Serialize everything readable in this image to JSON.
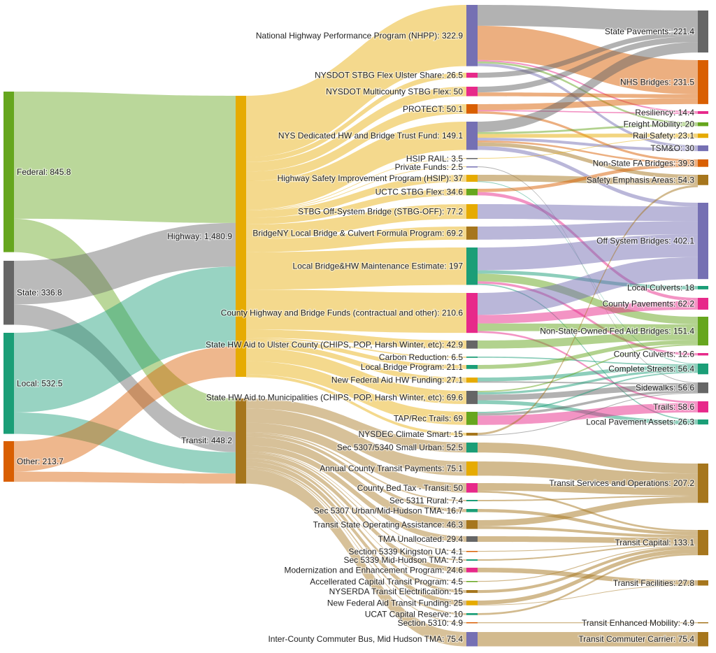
{
  "chart_data": {
    "type": "sankey",
    "title": "",
    "nodes": [
      {
        "id": "federal",
        "label": "Federal: 845.8",
        "value": 845.8,
        "color": "#66a61e"
      },
      {
        "id": "state",
        "label": "State: 336.8",
        "value": 336.8,
        "color": "#666666"
      },
      {
        "id": "local",
        "label": "Local: 532.5",
        "value": 532.5,
        "color": "#1b9e77"
      },
      {
        "id": "other",
        "label": "Other: 213.7",
        "value": 213.7,
        "color": "#d95f02"
      },
      {
        "id": "highway",
        "label": "Highway: 1,480.9",
        "value": 1480.9,
        "color": "#e6ab02"
      },
      {
        "id": "transit",
        "label": "Transit: 448.2",
        "value": 448.2,
        "color": "#a6761d"
      },
      {
        "id": "nhpp",
        "label": "National Highway Performance Program (NHPP): 322.9",
        "value": 322.9,
        "color": "#7570b3"
      },
      {
        "id": "ulstershare",
        "label": "NYSDOT STBG Flex Ulster Share: 26.5",
        "value": 26.5,
        "color": "#e7298a"
      },
      {
        "id": "multicounty",
        "label": "NYSDOT Multicounty STBG Flex: 50",
        "value": 50,
        "color": "#e7298a"
      },
      {
        "id": "protect",
        "label": "PROTECT: 50.1",
        "value": 50.1,
        "color": "#d95f02"
      },
      {
        "id": "nystrust",
        "label": "NYS Dedicated HW and Bridge Trust Fund: 149.1",
        "value": 149.1,
        "color": "#7570b3"
      },
      {
        "id": "hsiprail",
        "label": "HSIP RAIL: 3.5",
        "value": 3.5,
        "color": "#666666"
      },
      {
        "id": "private",
        "label": "Private Funds: 2.5",
        "value": 2.5,
        "color": "#7570b3"
      },
      {
        "id": "hsip",
        "label": "Highway Safety Improvement Program (HSIP): 37",
        "value": 37,
        "color": "#e6ab02"
      },
      {
        "id": "uctc",
        "label": "UCTC STBG Flex: 34.6",
        "value": 34.6,
        "color": "#66a61e"
      },
      {
        "id": "stbgoff",
        "label": "STBG Off-System Bridge (STBG-OFF): 77.2",
        "value": 77.2,
        "color": "#e6ab02"
      },
      {
        "id": "bridgeny",
        "label": "BridgeNY Local Bridge & Culvert Formula Program: 69.2",
        "value": 69.2,
        "color": "#a6761d"
      },
      {
        "id": "localmaint",
        "label": "Local Bridge&HW Maintenance Estimate: 197",
        "value": 197,
        "color": "#1b9e77"
      },
      {
        "id": "countyhw",
        "label": "County Highway and Bridge Funds (contractual and other): 210.6",
        "value": 210.6,
        "color": "#e7298a"
      },
      {
        "id": "aidulster",
        "label": "State HW Aid to Ulster County (CHIPS, POP, Harsh Winter, etc): 42.9",
        "value": 42.9,
        "color": "#666666"
      },
      {
        "id": "carbon",
        "label": "Carbon Reduction: 6.5",
        "value": 6.5,
        "color": "#1b9e77"
      },
      {
        "id": "lbp",
        "label": "Local Bridge Program: 21.1",
        "value": 21.1,
        "color": "#1b9e77"
      },
      {
        "id": "newfedhw",
        "label": "New Federal Aid HW Funding: 27.1",
        "value": 27.1,
        "color": "#e6ab02"
      },
      {
        "id": "aidmunis",
        "label": "State HW Aid to Municipalities (CHIPS, POP, Harsh Winter, etc): 69.6",
        "value": 69.6,
        "color": "#666666"
      },
      {
        "id": "tap",
        "label": "TAP/Rec Trails: 69",
        "value": 69,
        "color": "#66a61e"
      },
      {
        "id": "nysdec",
        "label": "NYSDEC Climate Smart: 15",
        "value": 15,
        "color": "#a6761d"
      },
      {
        "id": "s5307small",
        "label": "Sec 5307/5340 Small Urban: 52.5",
        "value": 52.5,
        "color": "#1b9e77"
      },
      {
        "id": "annual",
        "label": "Annual County Transit Payments: 75.1",
        "value": 75.1,
        "color": "#e6ab02"
      },
      {
        "id": "bedtax",
        "label": "County Bed Tax - Transit: 50",
        "value": 50,
        "color": "#e7298a"
      },
      {
        "id": "s5311",
        "label": "Sec 5311 Rural: 7.4",
        "value": 7.4,
        "color": "#1b9e77"
      },
      {
        "id": "s5307urban",
        "label": "Sec 5307 Urban/Mid-Hudson TMA: 16.7",
        "value": 16.7,
        "color": "#1b9e77"
      },
      {
        "id": "stateop",
        "label": "Transit State Operating Assistance: 46.3",
        "value": 46.3,
        "color": "#a6761d"
      },
      {
        "id": "tma",
        "label": "TMA Unallocated: 29.4",
        "value": 29.4,
        "color": "#666666"
      },
      {
        "id": "s5339k",
        "label": "Section 5339 Kingston UA: 4.1",
        "value": 4.1,
        "color": "#d95f02"
      },
      {
        "id": "s5339mh",
        "label": "Sec 5339 Mid-Hudson TMA: 7.5",
        "value": 7.5,
        "color": "#1b9e77"
      },
      {
        "id": "modern",
        "label": "Modernization and Enhancement Program: 24.6",
        "value": 24.6,
        "color": "#e7298a"
      },
      {
        "id": "accel",
        "label": "Accellerated Capital Transit Program: 4.5",
        "value": 4.5,
        "color": "#66a61e"
      },
      {
        "id": "nyserda",
        "label": "NYSERDA Transit Electrification: 15",
        "value": 15,
        "color": "#a6761d"
      },
      {
        "id": "newfedtransit",
        "label": "New Federal Aid Transit Funding: 25",
        "value": 25,
        "color": "#e6ab02"
      },
      {
        "id": "ucat",
        "label": "UCAT Capital Reserve: 10",
        "value": 10,
        "color": "#1b9e77"
      },
      {
        "id": "s5310",
        "label": "Section 5310: 4.9",
        "value": 4.9,
        "color": "#d95f02"
      },
      {
        "id": "intercounty",
        "label": "Inter-County Commuter Bus, Mid Hudson TMA: 75.4",
        "value": 75.4,
        "color": "#7570b3"
      },
      {
        "id": "statepav",
        "label": "State Pavements: 221.4",
        "value": 221.4,
        "color": "#666666"
      },
      {
        "id": "nhsbridges",
        "label": "NHS Bridges: 231.5",
        "value": 231.5,
        "color": "#d95f02"
      },
      {
        "id": "resiliency",
        "label": "Resiliency: 14.4",
        "value": 14.4,
        "color": "#e7298a"
      },
      {
        "id": "freight",
        "label": "Freight Mobility: 20",
        "value": 20,
        "color": "#66a61e"
      },
      {
        "id": "railsafety",
        "label": "Rail Safety: 23.1",
        "value": 23.1,
        "color": "#e6ab02"
      },
      {
        "id": "tsmo",
        "label": "TSM&O: 30",
        "value": 30,
        "color": "#7570b3"
      },
      {
        "id": "nonstatefa",
        "label": "Non-State FA Bridges: 39.3",
        "value": 39.3,
        "color": "#d95f02"
      },
      {
        "id": "safetyemph",
        "label": "Safety Emphasis Areas: 54.3",
        "value": 54.3,
        "color": "#a6761d"
      },
      {
        "id": "offsystem",
        "label": "Off System Bridges: 402.1",
        "value": 402.1,
        "color": "#7570b3"
      },
      {
        "id": "localculv",
        "label": "Local Culverts: 18",
        "value": 18,
        "color": "#1b9e77"
      },
      {
        "id": "countypav",
        "label": "County Pavements: 62.2",
        "value": 62.2,
        "color": "#e7298a"
      },
      {
        "id": "nonstateowned",
        "label": "Non-State-Owned Fed Aid Bridges: 151.4",
        "value": 151.4,
        "color": "#66a61e"
      },
      {
        "id": "countyculv",
        "label": "County Culverts: 12.6",
        "value": 12.6,
        "color": "#e7298a"
      },
      {
        "id": "complete",
        "label": "Complete Streets: 56.4",
        "value": 56.4,
        "color": "#1b9e77"
      },
      {
        "id": "sidewalks",
        "label": "Sidewalks: 56.6",
        "value": 56.6,
        "color": "#666666"
      },
      {
        "id": "trails",
        "label": "Trails: 58.6",
        "value": 58.6,
        "color": "#e7298a"
      },
      {
        "id": "localpav",
        "label": "Local Pavement Assets: 26.3",
        "value": 26.3,
        "color": "#1b9e77"
      },
      {
        "id": "transitops",
        "label": "Transit Services and Operations: 207.2",
        "value": 207.2,
        "color": "#a6761d"
      },
      {
        "id": "transitcap",
        "label": "Transit Capital: 133.1",
        "value": 133.1,
        "color": "#a6761d"
      },
      {
        "id": "transitfac",
        "label": "Transit Facilities: 27.8",
        "value": 27.8,
        "color": "#a6761d"
      },
      {
        "id": "transitenh",
        "label": "Transit Enhanced Mobility: 4.9",
        "value": 4.9,
        "color": "#a6761d"
      },
      {
        "id": "commuter",
        "label": "Transit Commuter Carrier: 75.4",
        "value": 75.4,
        "color": "#a6761d"
      }
    ],
    "links": [
      [
        "federal",
        "highway",
        670
      ],
      [
        "federal",
        "transit",
        175.8
      ],
      [
        "state",
        "highway",
        230
      ],
      [
        "state",
        "transit",
        106.8
      ],
      [
        "local",
        "highway",
        420
      ],
      [
        "local",
        "transit",
        112.5
      ],
      [
        "other",
        "highway",
        160.9
      ],
      [
        "other",
        "transit",
        53.1
      ],
      [
        "highway",
        "nhpp",
        322.9
      ],
      [
        "highway",
        "ulstershare",
        26.5
      ],
      [
        "highway",
        "multicounty",
        50
      ],
      [
        "highway",
        "protect",
        50.1
      ],
      [
        "highway",
        "nystrust",
        149.1
      ],
      [
        "highway",
        "hsiprail",
        3.5
      ],
      [
        "highway",
        "private",
        2.5
      ],
      [
        "highway",
        "hsip",
        37
      ],
      [
        "highway",
        "uctc",
        34.6
      ],
      [
        "highway",
        "stbgoff",
        77.2
      ],
      [
        "highway",
        "bridgeny",
        69.2
      ],
      [
        "highway",
        "localmaint",
        197
      ],
      [
        "highway",
        "countyhw",
        210.6
      ],
      [
        "highway",
        "aidulster",
        42.9
      ],
      [
        "highway",
        "carbon",
        6.5
      ],
      [
        "highway",
        "lbp",
        21.1
      ],
      [
        "highway",
        "newfedhw",
        27.1
      ],
      [
        "highway",
        "aidmunis",
        69.6
      ],
      [
        "highway",
        "tap",
        69
      ],
      [
        "highway",
        "nysdec",
        15
      ],
      [
        "transit",
        "s5307small",
        52.5
      ],
      [
        "transit",
        "annual",
        75.1
      ],
      [
        "transit",
        "bedtax",
        50
      ],
      [
        "transit",
        "s5311",
        7.4
      ],
      [
        "transit",
        "s5307urban",
        16.7
      ],
      [
        "transit",
        "stateop",
        46.3
      ],
      [
        "transit",
        "tma",
        29.4
      ],
      [
        "transit",
        "s5339k",
        4.1
      ],
      [
        "transit",
        "s5339mh",
        7.5
      ],
      [
        "transit",
        "modern",
        24.6
      ],
      [
        "transit",
        "accel",
        4.5
      ],
      [
        "transit",
        "nyserda",
        15
      ],
      [
        "transit",
        "newfedtransit",
        25
      ],
      [
        "transit",
        "ucat",
        10
      ],
      [
        "transit",
        "s5310",
        4.9
      ],
      [
        "transit",
        "intercounty",
        75.4
      ],
      [
        "nhpp",
        "statepav",
        110
      ],
      [
        "nhpp",
        "nhsbridges",
        180
      ],
      [
        "nhpp",
        "resiliency",
        8
      ],
      [
        "nhpp",
        "freight",
        10
      ],
      [
        "nhpp",
        "tsmo",
        14.9
      ],
      [
        "ulstershare",
        "statepav",
        26.5
      ],
      [
        "multicounty",
        "statepav",
        30
      ],
      [
        "multicounty",
        "nhsbridges",
        20
      ],
      [
        "protect",
        "nhsbridges",
        31.5
      ],
      [
        "protect",
        "resiliency",
        6.4
      ],
      [
        "protect",
        "nonstatefa",
        12.2
      ],
      [
        "nystrust",
        "statepav",
        54.9
      ],
      [
        "nystrust",
        "freight",
        10
      ],
      [
        "nystrust",
        "railsafety",
        19.6
      ],
      [
        "nystrust",
        "tsmo",
        15.1
      ],
      [
        "nystrust",
        "nonstatefa",
        9.5
      ],
      [
        "nystrust",
        "safetyemph",
        20
      ],
      [
        "nystrust",
        "offsystem",
        20
      ],
      [
        "hsiprail",
        "railsafety",
        3.5
      ],
      [
        "private",
        "sidewalks",
        2.5
      ],
      [
        "hsip",
        "safetyemph",
        34.3
      ],
      [
        "hsip",
        "complete",
        2.7
      ],
      [
        "uctc",
        "nonstatefa",
        17.6
      ],
      [
        "uctc",
        "countypav",
        17
      ],
      [
        "stbgoff",
        "offsystem",
        77.2
      ],
      [
        "bridgeny",
        "offsystem",
        69.2
      ],
      [
        "localmaint",
        "offsystem",
        120
      ],
      [
        "localmaint",
        "localculv",
        18
      ],
      [
        "localmaint",
        "nonstateowned",
        40
      ],
      [
        "localmaint",
        "countyculv",
        12.6
      ],
      [
        "localmaint",
        "localpav",
        6.4
      ],
      [
        "countyhw",
        "offsystem",
        115.7
      ],
      [
        "countyhw",
        "countypav",
        45.2
      ],
      [
        "countyhw",
        "nonstateowned",
        40
      ],
      [
        "countyhw",
        "trails",
        9.7
      ],
      [
        "aidulster",
        "nonstateowned",
        42.9
      ],
      [
        "carbon",
        "complete",
        6.5
      ],
      [
        "lbp",
        "nonstateowned",
        21.1
      ],
      [
        "newfedhw",
        "complete",
        20
      ],
      [
        "newfedhw",
        "sidewalks",
        7.1
      ],
      [
        "aidmunis",
        "nonstateowned",
        7.4
      ],
      [
        "aidmunis",
        "complete",
        12.3
      ],
      [
        "aidmunis",
        "sidewalks",
        30
      ],
      [
        "aidmunis",
        "localpav",
        19.9
      ],
      [
        "tap",
        "complete",
        7
      ],
      [
        "tap",
        "sidewalks",
        13.1
      ],
      [
        "tap",
        "trails",
        48.9
      ],
      [
        "nysdec",
        "sidewalks",
        3.9
      ],
      [
        "nysdec",
        "safetyemph",
        11.1
      ],
      [
        "s5307small",
        "transitops",
        52.5
      ],
      [
        "annual",
        "transitops",
        75.1
      ],
      [
        "bedtax",
        "transitops",
        40
      ],
      [
        "bedtax",
        "transitcap",
        10
      ],
      [
        "s5311",
        "transitops",
        7.4
      ],
      [
        "s5307urban",
        "transitcap",
        16.7
      ],
      [
        "stateop",
        "transitops",
        32.2
      ],
      [
        "stateop",
        "transitcap",
        14.1
      ],
      [
        "tma",
        "transitcap",
        29.4
      ],
      [
        "s5339k",
        "transitcap",
        4.1
      ],
      [
        "s5339mh",
        "transitcap",
        7.5
      ],
      [
        "modern",
        "transitfac",
        24.6
      ],
      [
        "accel",
        "transitcap",
        4.5
      ],
      [
        "nyserda",
        "transitcap",
        15
      ],
      [
        "newfedtransit",
        "transitcap",
        21.8
      ],
      [
        "newfedtransit",
        "transitfac",
        3.2
      ],
      [
        "ucat",
        "transitcap",
        10
      ],
      [
        "s5310",
        "transitenh",
        4.9
      ],
      [
        "intercounty",
        "commuter",
        75.4
      ]
    ]
  }
}
